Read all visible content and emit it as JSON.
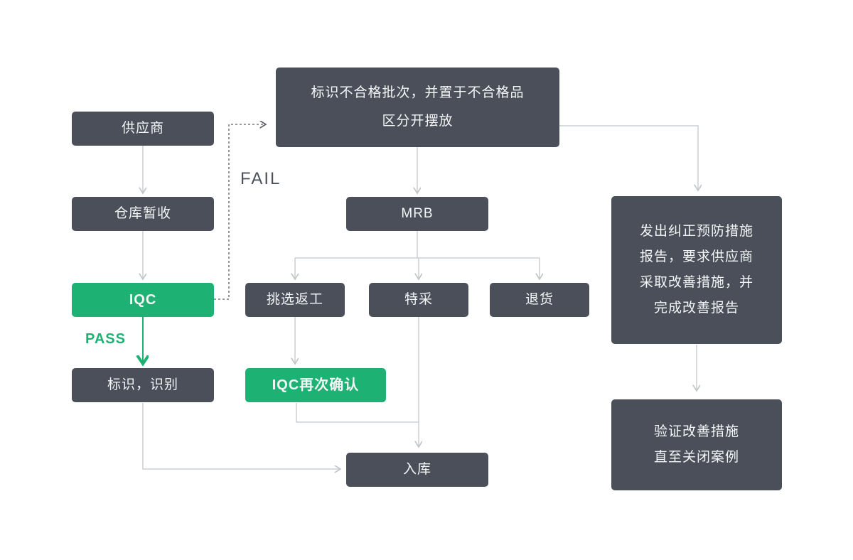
{
  "colors": {
    "node_dark": "#4a4f59",
    "node_green": "#1db273",
    "line_gray": "#c2c6ca",
    "line_dark": "#5a5f68",
    "text_light": "#f4f5f6"
  },
  "nodes": {
    "supplier": {
      "label": "供应商"
    },
    "warehouse_receipt": {
      "label": "仓库暂收"
    },
    "iqc": {
      "label": "IQC"
    },
    "label_identify": {
      "label": "标识，识别"
    },
    "nonconforming": {
      "label": "标识不合格批次，并置于不合格品\n区分开摆放"
    },
    "mrb": {
      "label": "MRB"
    },
    "sort_rework": {
      "label": "挑选返工"
    },
    "special_acceptance": {
      "label": "特采"
    },
    "return_goods": {
      "label": "退货"
    },
    "iqc_recheck": {
      "label": "IQC再次确认"
    },
    "storage": {
      "label": "入库"
    },
    "capa": {
      "label": "发出纠正预防措施\n报告，要求供应商\n采取改善措施，并\n完成改善报告"
    },
    "verify_close": {
      "label": "验证改善措施\n直至关闭案例"
    }
  },
  "labels": {
    "fail": "FAIL",
    "pass": "PASS"
  }
}
